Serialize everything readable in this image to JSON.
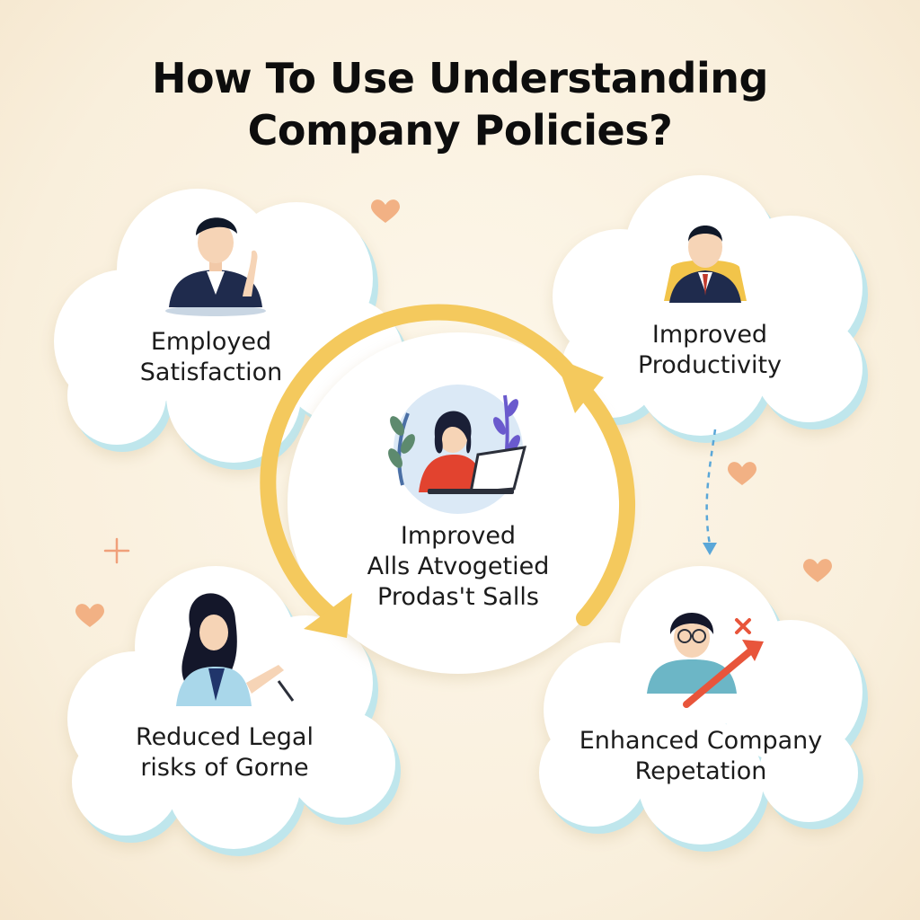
{
  "title": {
    "line1": "How  To Use Understanding",
    "line2": "Company Policies?"
  },
  "nodes": {
    "top_left": {
      "line1": "Employed",
      "line2": "Satisfaction",
      "icon": "businessman-icon"
    },
    "top_right": {
      "line1": "Improved",
      "line2": "Productivity",
      "icon": "executive-icon"
    },
    "center": {
      "line1": "Improved",
      "line2": "Alls Atvogetied",
      "line3": "Prodas't Salls",
      "icon": "woman-laptop-icon"
    },
    "bottom_left": {
      "line1": "Reduced Legal",
      "line2": "risks of Gorne",
      "icon": "presenter-woman-icon"
    },
    "bottom_right": {
      "line1": "Enhanced  Company",
      "line2": "Repetation",
      "icon": "growth-man-icon"
    }
  },
  "colors": {
    "background": "#f9efdc",
    "cycle_arrow": "#f4c95d",
    "cloud_shadow": "#bfe6ec",
    "heart": "#f2b184",
    "dashed_arrow": "#5aa7d8"
  }
}
